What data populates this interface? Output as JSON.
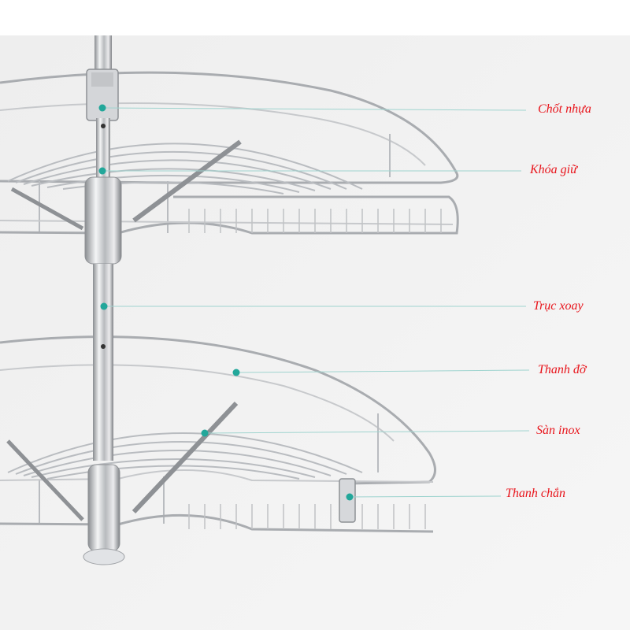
{
  "callouts": [
    {
      "label": "Chốt nhựa",
      "target": "plastic pin on upper shelf clamp"
    },
    {
      "label": "Khóa giữ",
      "target": "locking collar on pole"
    },
    {
      "label": "Trục xoay",
      "target": "rotating pole"
    },
    {
      "label": "Thanh đỡ",
      "target": "rim bar of lower basket"
    },
    {
      "label": "Sàn inox",
      "target": "stainless wire floor"
    },
    {
      "label": "Thanh chắn",
      "target": "guard rail of lower basket"
    }
  ],
  "colors": {
    "label_text": "#e8141b",
    "leader_line": "#9fd4cf",
    "marker_dot": "#22a79a",
    "chrome": "#c4c6c9",
    "background": "#f2f2f2"
  }
}
